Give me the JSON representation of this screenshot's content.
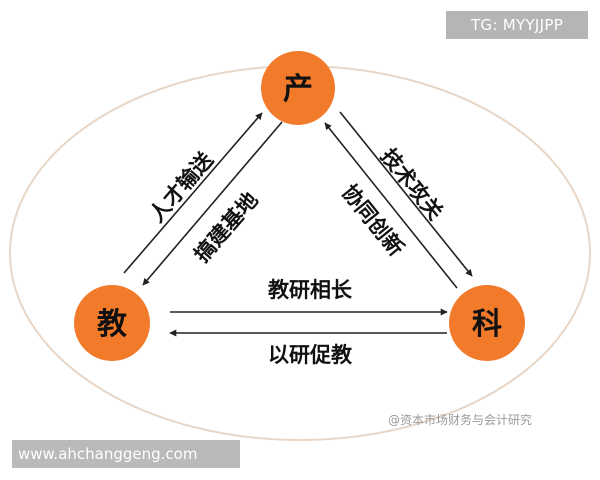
{
  "nodes": {
    "top": {
      "label": "产"
    },
    "left": {
      "label": "教"
    },
    "right": {
      "label": "科"
    }
  },
  "edges": {
    "left_up": "人才输送",
    "left_down": "搞建基地",
    "right_down": "技术攻关",
    "right_up": "协同创新",
    "bottom_right": "教研相长",
    "bottom_left": "以研促教"
  },
  "watermarks": {
    "tg": "TG: MYYJJPP",
    "site": "www.ahchanggeng.com",
    "credit": "@资本市场财务与会计研究"
  },
  "colors": {
    "node_fill": "#F27B2B",
    "ellipse_stroke": "#E8D6C7",
    "arrow": "#222222"
  }
}
